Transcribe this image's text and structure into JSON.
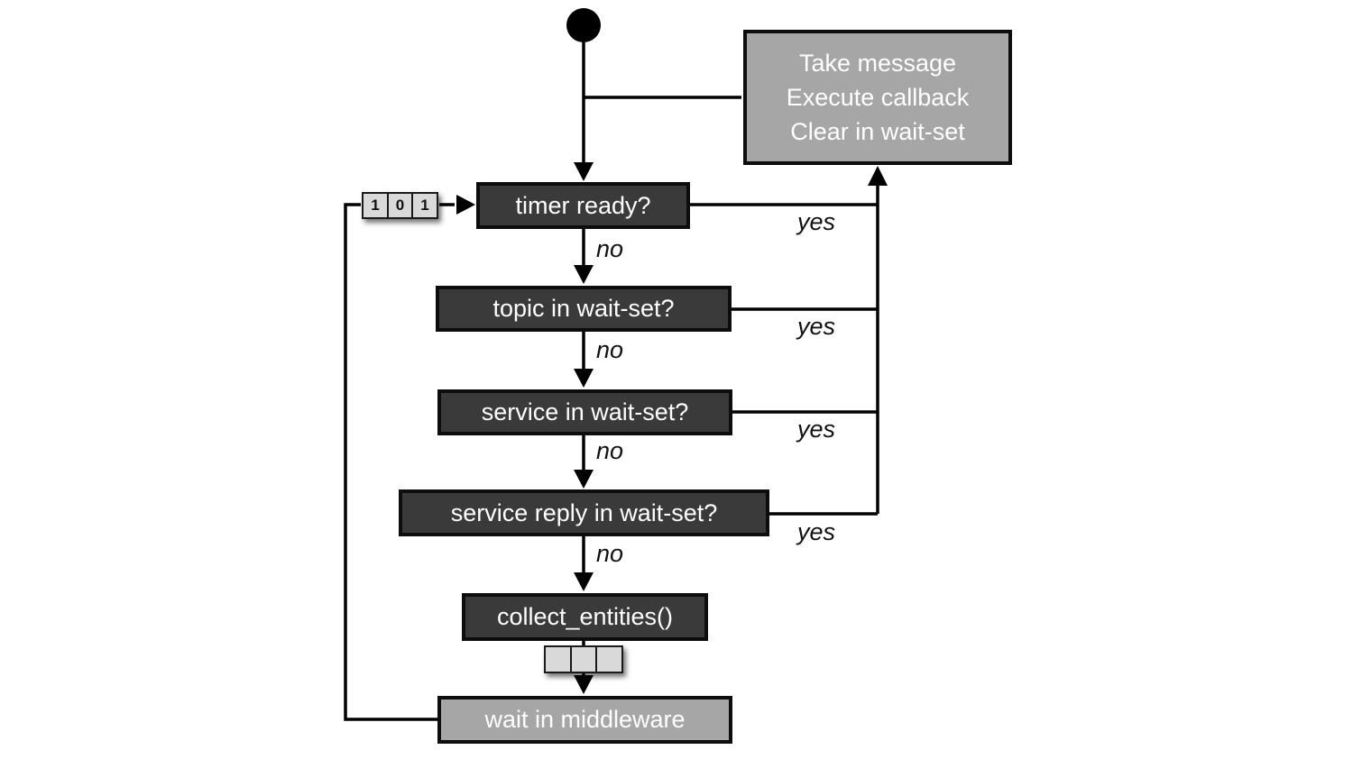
{
  "nodes": {
    "callback_actions": {
      "lines": [
        "Take message",
        "Execute callback",
        "Clear in wait-set"
      ]
    },
    "timer": {
      "label": "timer ready?"
    },
    "topic": {
      "label": "topic in wait-set?"
    },
    "service": {
      "label": "service in wait-set?"
    },
    "service_reply": {
      "label": "service reply in wait-set?"
    },
    "collect": {
      "label": "collect_entities()"
    },
    "wait": {
      "label": "wait in middleware"
    }
  },
  "wait_set_cells": {
    "filled": [
      "1",
      "0",
      "1"
    ],
    "empty": [
      "",
      "",
      ""
    ]
  },
  "edge_labels": {
    "yes": [
      "yes",
      "yes",
      "yes",
      "yes"
    ],
    "no": [
      "no",
      "no",
      "no",
      "no"
    ]
  },
  "colors": {
    "node_dark_fill": "#3a3a3a",
    "node_gray_fill": "#a6a6a6",
    "cell_fill": "#d9d9d9",
    "edge_stroke": "#000000",
    "node_text": "#ffffff",
    "label_text": "#111111",
    "background": "#ffffff"
  }
}
